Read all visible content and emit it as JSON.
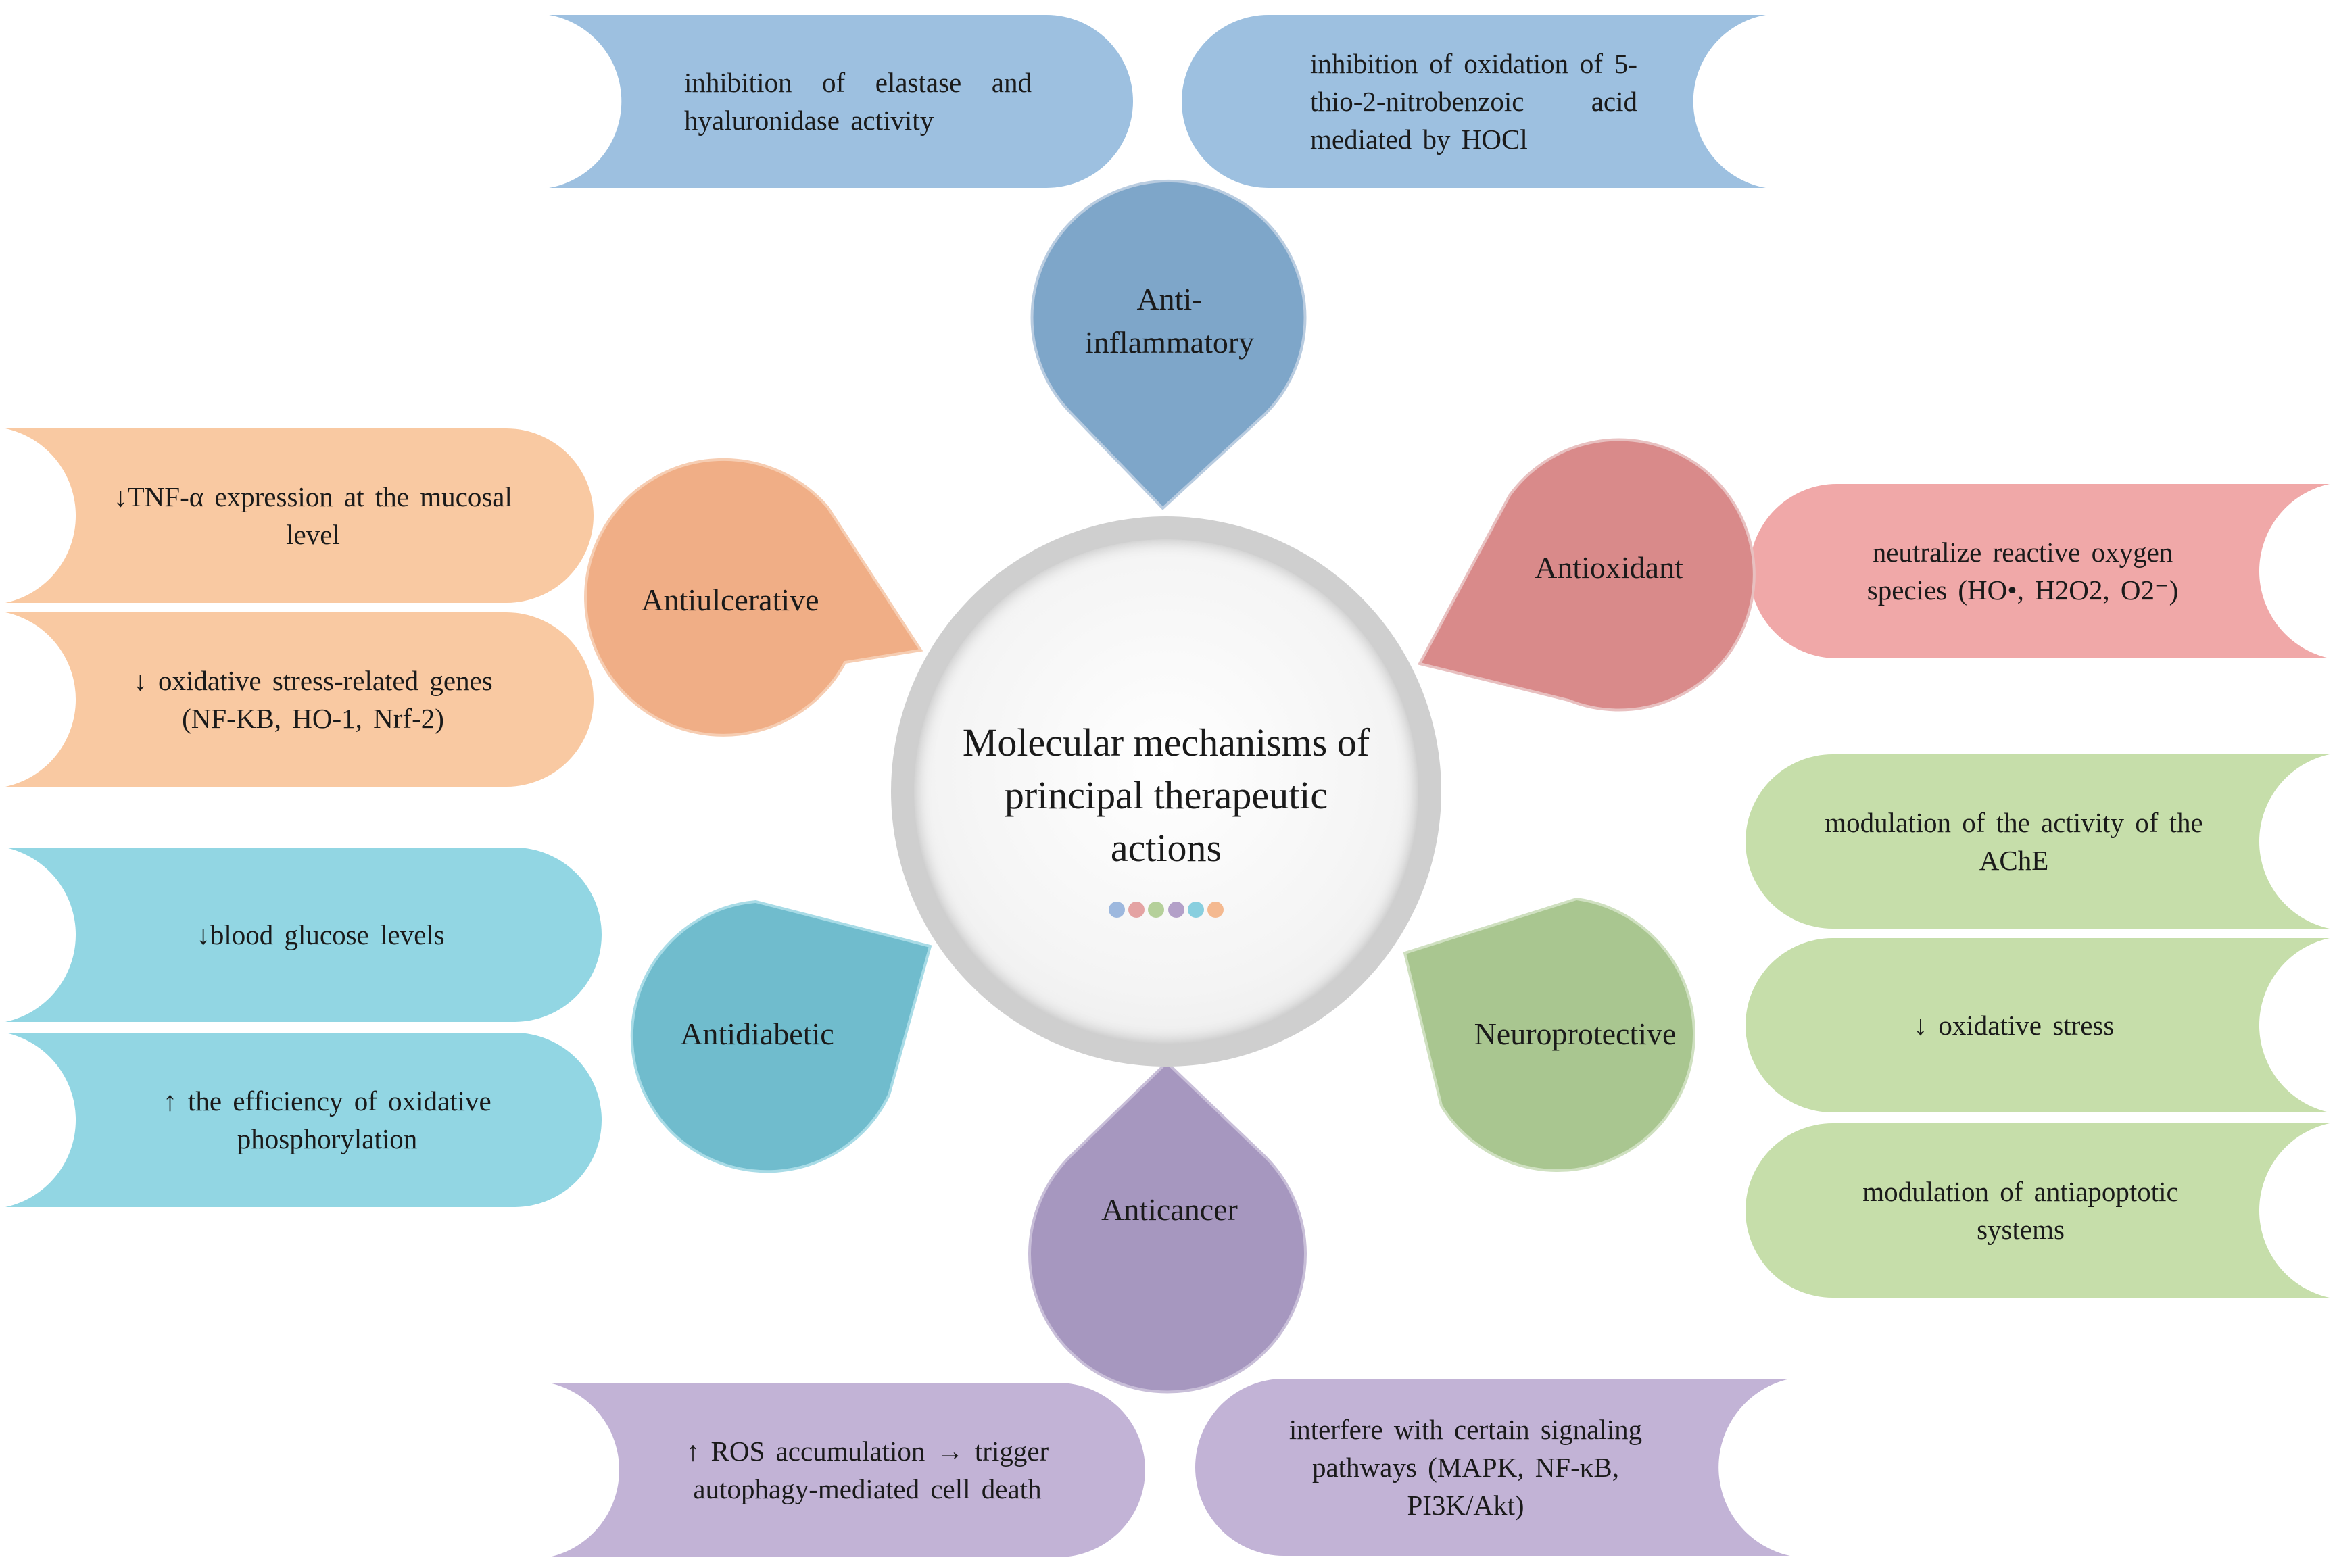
{
  "center": {
    "title": "Molecular mechanisms of principal therapeutic actions",
    "dot_colors": [
      "#9db8de",
      "#e4a3a3",
      "#b5d09a",
      "#b3a0c8",
      "#88cfdf",
      "#f4b990"
    ]
  },
  "categories": {
    "anti_inflammatory": {
      "label": "Anti-inflammatory",
      "color": "#7ea6c9"
    },
    "antioxidant": {
      "label": "Antioxidant",
      "color": "#d98a8a"
    },
    "neuroprotective": {
      "label": "Neuroprotective",
      "color": "#a9c690"
    },
    "anticancer": {
      "label": "Anticancer",
      "color": "#a697bf"
    },
    "antidiabetic": {
      "label": "Antidiabetic",
      "color": "#70bccd"
    },
    "antiulcerative": {
      "label": "Antiulcerative",
      "color": "#f0ae86"
    }
  },
  "mechanisms": {
    "anti_inflammatory": [
      "inhibition of elastase and hyaluronidase activity",
      "inhibition of oxidation of 5-thio-2-nitrobenzoic acid mediated by HOCl"
    ],
    "antioxidant": [
      "neutralize reactive oxygen species (HO•, H2O2, O2⁻)"
    ],
    "neuroprotective": [
      "modulation of the activity of the AChE",
      "↓ oxidative stress",
      "modulation of antiapoptotic systems"
    ],
    "anticancer": [
      "↑ ROS accumulation → trigger autophagy-mediated cell death",
      "interfere with certain signaling pathways (MAPK, NF-κB, PI3K/Akt)"
    ],
    "antidiabetic": [
      "↓blood glucose levels",
      "↑ the efficiency of oxidative phosphorylation"
    ],
    "antiulcerative": [
      "↓TNF-α expression at the mucosal level",
      "↓ oxidative stress-related genes (NF-KB, HO-1, Nrf-2)"
    ]
  },
  "box_colors": {
    "blue": "#9dc0e0",
    "red": "#f0a8a8",
    "green": "#c6deaa",
    "purple": "#c2b3d6",
    "cyan": "#92d6e3",
    "orange": "#f9c9a2"
  }
}
